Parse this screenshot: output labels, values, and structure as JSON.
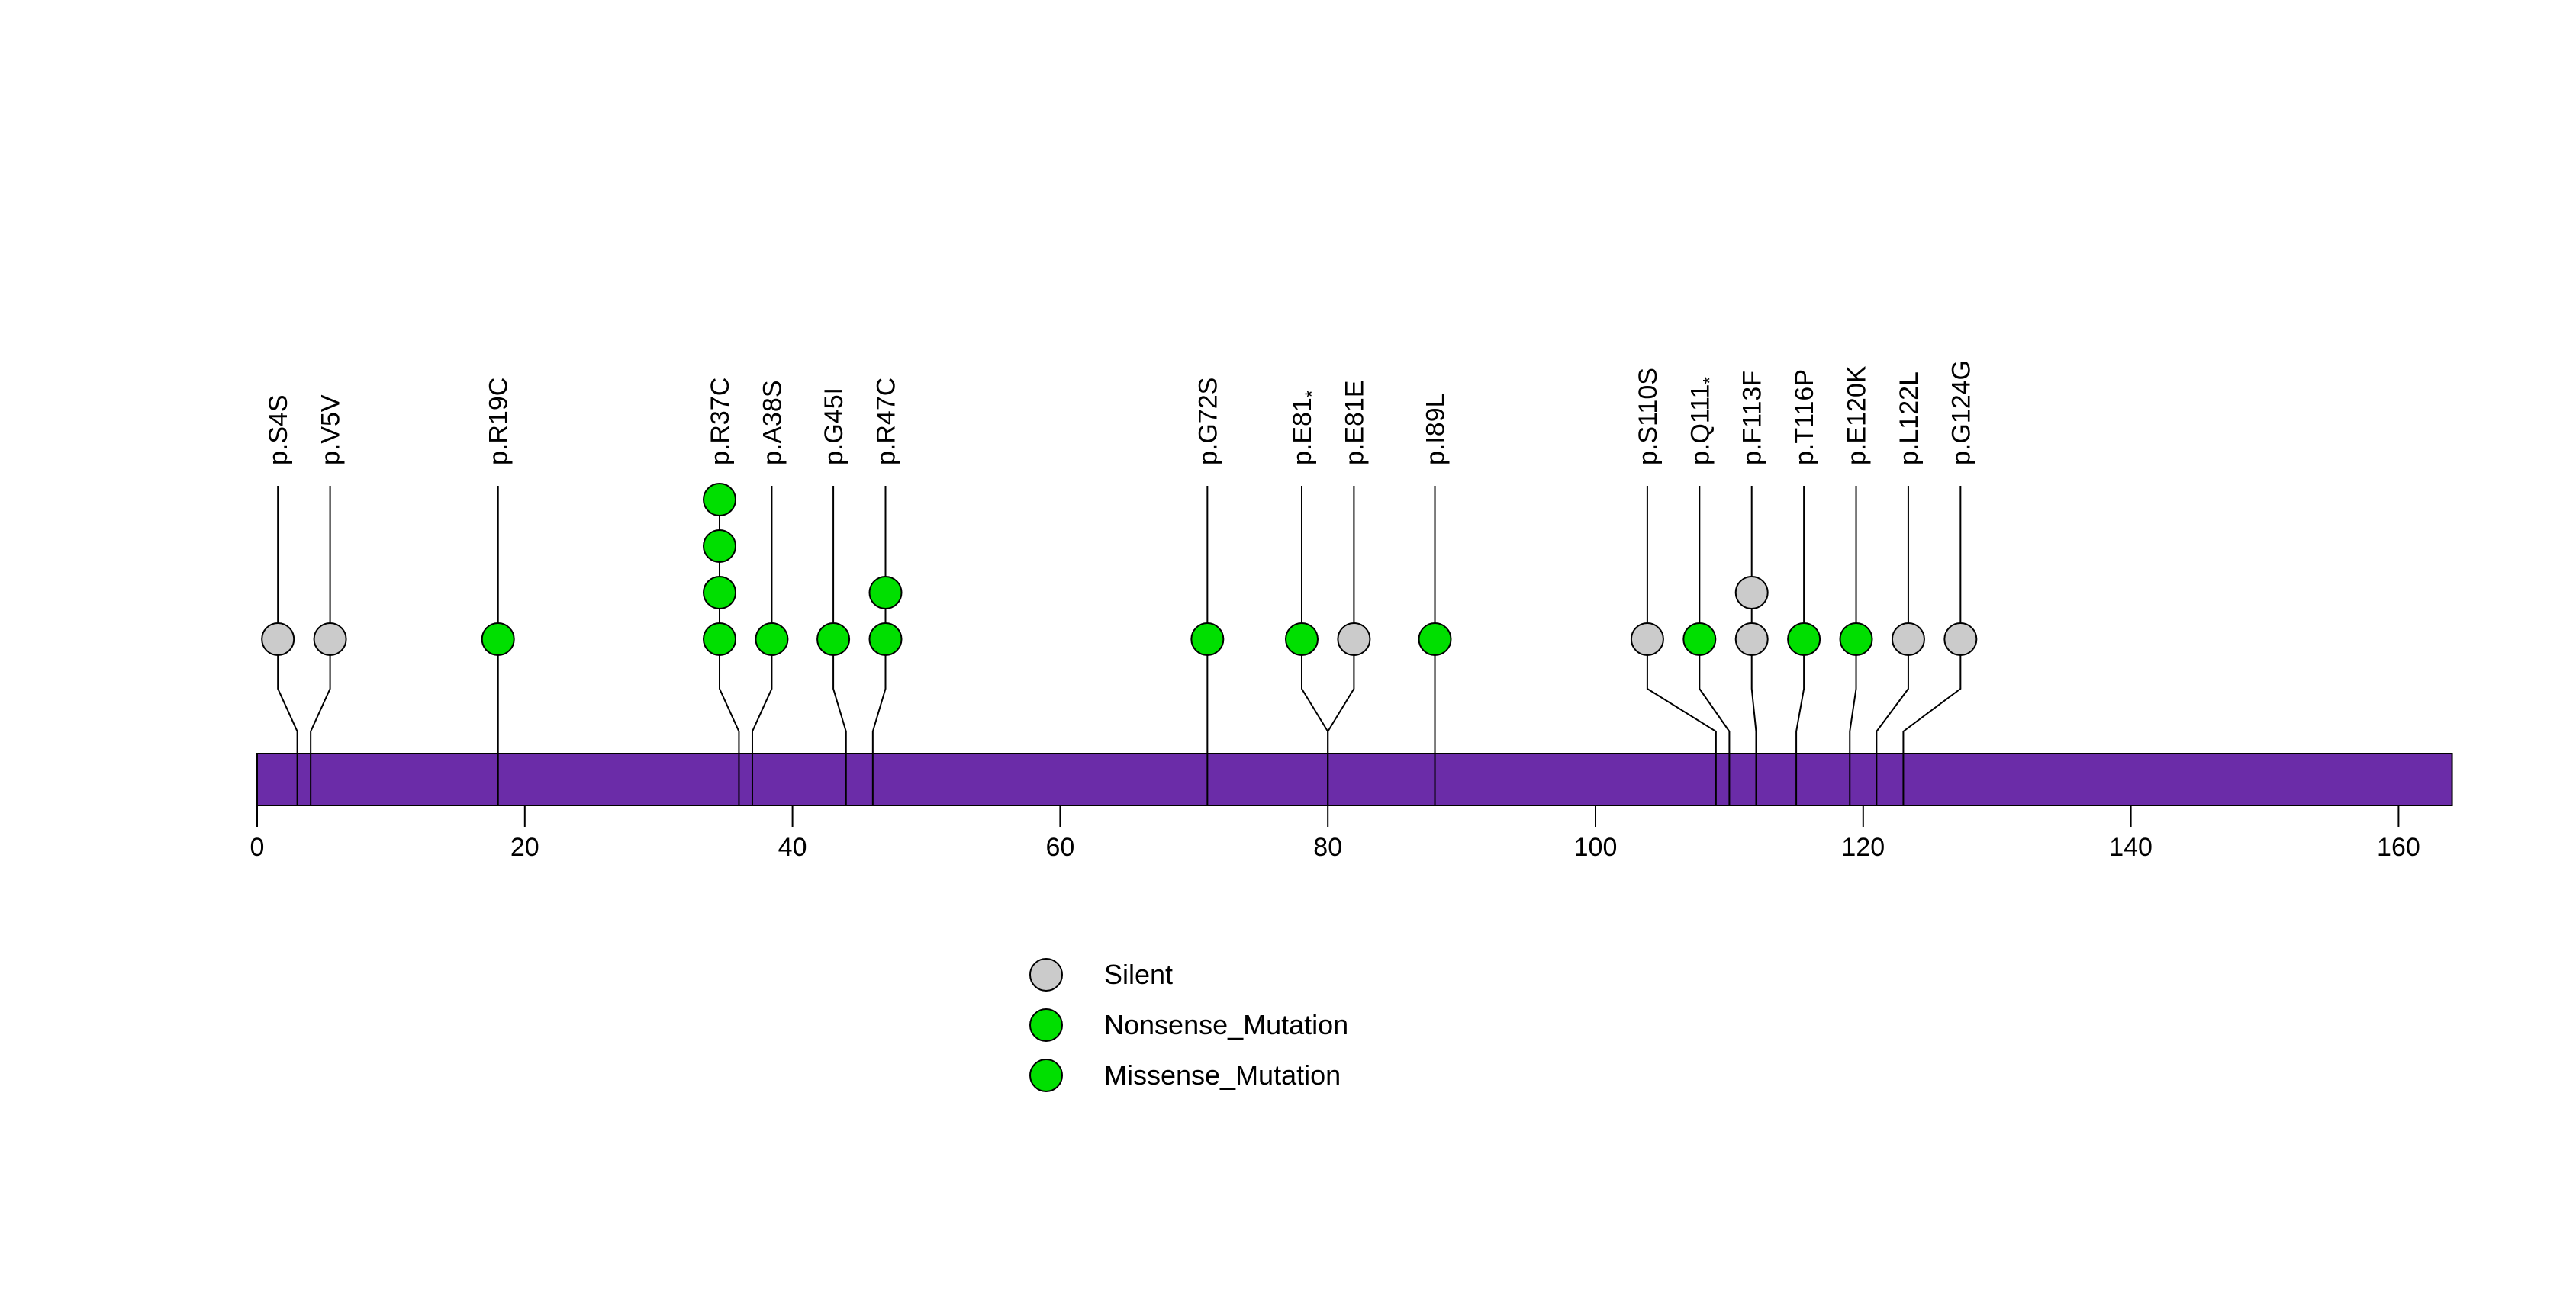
{
  "chart_data": {
    "type": "lollipop",
    "title": "",
    "description": "Protein mutation lollipop plot with amino-acid axis and mutation-type legend",
    "xaxis": {
      "ticks": [
        0,
        20,
        40,
        60,
        80,
        100,
        120,
        140,
        160
      ],
      "range": [
        0,
        164
      ]
    },
    "protein_track": {
      "length": 164,
      "color": "#6B2CA8"
    },
    "mutation_classes": {
      "Silent": "#CBCBCB",
      "Nonsense_Mutation": "#00DF00",
      "Missense_Mutation": "#00DF00"
    },
    "mutations": [
      {
        "label": "p.S4S",
        "position": 4,
        "count": 1,
        "class": "Silent"
      },
      {
        "label": "p.V5V",
        "position": 5,
        "count": 1,
        "class": "Silent"
      },
      {
        "label": "p.R19C",
        "position": 19,
        "count": 1,
        "class": "Missense_Mutation"
      },
      {
        "label": "p.R37C",
        "position": 37,
        "count": 4,
        "class": "Missense_Mutation"
      },
      {
        "label": "p.A38S",
        "position": 38,
        "count": 1,
        "class": "Missense_Mutation"
      },
      {
        "label": "p.G45I",
        "position": 45,
        "count": 1,
        "class": "Missense_Mutation"
      },
      {
        "label": "p.R47C",
        "position": 47,
        "count": 2,
        "class": "Missense_Mutation"
      },
      {
        "label": "p.G72S",
        "position": 72,
        "count": 1,
        "class": "Missense_Mutation"
      },
      {
        "label": "p.E81*",
        "position": 81,
        "count": 1,
        "class": "Nonsense_Mutation"
      },
      {
        "label": "p.E81E",
        "position": 81,
        "count": 1,
        "class": "Silent"
      },
      {
        "label": "p.I89L",
        "position": 89,
        "count": 1,
        "class": "Missense_Mutation"
      },
      {
        "label": "p.S110S",
        "position": 110,
        "count": 1,
        "class": "Silent"
      },
      {
        "label": "p.Q111*",
        "position": 111,
        "count": 1,
        "class": "Nonsense_Mutation"
      },
      {
        "label": "p.F113F",
        "position": 113,
        "count": 2,
        "class": "Silent"
      },
      {
        "label": "p.T116P",
        "position": 116,
        "count": 1,
        "class": "Missense_Mutation"
      },
      {
        "label": "p.E120K",
        "position": 120,
        "count": 1,
        "class": "Missense_Mutation"
      },
      {
        "label": "p.L122L",
        "position": 122,
        "count": 1,
        "class": "Silent"
      },
      {
        "label": "p.G124G",
        "position": 124,
        "count": 1,
        "class": "Silent"
      }
    ],
    "legend": [
      {
        "label": "Silent",
        "color": "#CBCBCB"
      },
      {
        "label": "Nonsense_Mutation",
        "color": "#00DF00"
      },
      {
        "label": "Missense_Mutation",
        "color": "#00DF00"
      }
    ],
    "legend_position": "bottom-center",
    "grid": false
  }
}
